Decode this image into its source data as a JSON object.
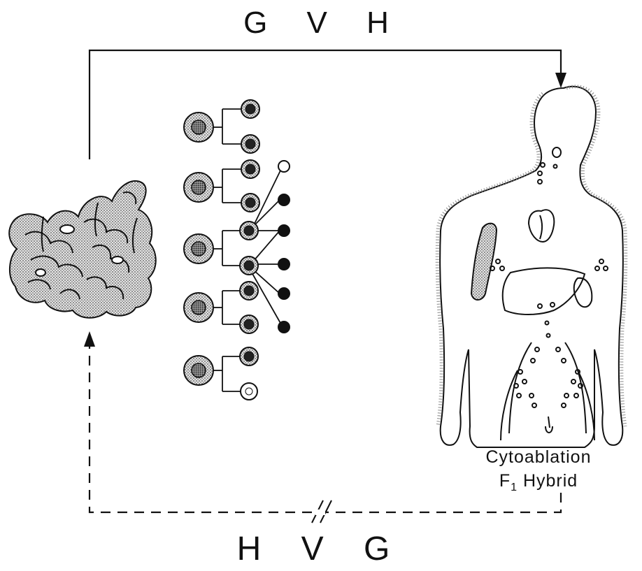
{
  "labels": {
    "top": "G V H",
    "bottom": "H V G",
    "caption_line1": "Cytoablation",
    "caption_line2_prefix": "F",
    "caption_line2_sub": "1",
    "caption_line2_suffix": " Hybrid"
  },
  "colors": {
    "ink": "#111111",
    "stipple": "#bdbdbd",
    "background": "#ffffff"
  },
  "icons": [
    "intestine-icon",
    "cell-lineage-icon",
    "human-body-icon"
  ]
}
